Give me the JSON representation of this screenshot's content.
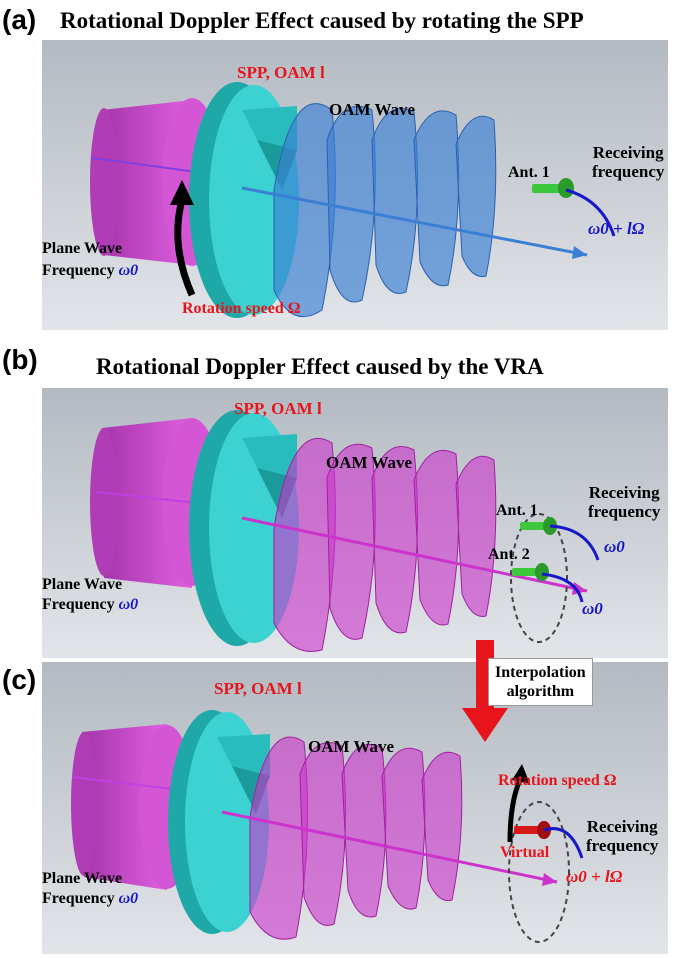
{
  "panels": [
    {
      "tag": "(a)",
      "title": "Rotational Doppler Effect caused by rotating the SPP",
      "spp_label": "SPP, OAM l",
      "oam_label": "OAM Wave",
      "plane_wave": "Plane Wave",
      "frequency": "Frequency",
      "freq_symbol": "ω0",
      "rotation_label": "Rotation speed Ω",
      "ant1": "Ant. 1",
      "receiving": "Receiving",
      "receiving2": "frequency",
      "recv_freq": "ω0 + lΩ"
    },
    {
      "tag": "(b)",
      "title": "Rotational Doppler Effect caused by the VRA",
      "spp_label": "SPP, OAM l",
      "oam_label": "OAM Wave",
      "plane_wave": "Plane Wave",
      "frequency": "Frequency",
      "freq_symbol": "ω0",
      "ant1": "Ant. 1",
      "ant2": "Ant. 2",
      "receiving": "Receiving",
      "receiving2": "frequency",
      "recv_freq1": "ω0",
      "recv_freq2": "ω0"
    },
    {
      "tag": "(c)",
      "spp_label": "SPP, OAM l",
      "oam_label": "OAM Wave",
      "plane_wave": "Plane Wave",
      "frequency": "Frequency",
      "freq_symbol": "ω0",
      "rotation_label": "Rotation speed Ω",
      "virtual": "Virtual",
      "receiving": "Receiving",
      "receiving2": "frequency",
      "recv_freq": "ω0 + lΩ"
    }
  ],
  "interpolation": {
    "line1": "Interpolation",
    "line2": "algorithm"
  },
  "colors": {
    "cylinder": "#c83cc8",
    "spp": "#2ec8c8",
    "wave_blue": "#3a7fd4",
    "wave_magenta": "#cc33cc",
    "accent_red": "#e8141b",
    "accent_blue": "#1818c8",
    "antenna_green": "#3cc83c",
    "antenna_red": "#d81818"
  }
}
